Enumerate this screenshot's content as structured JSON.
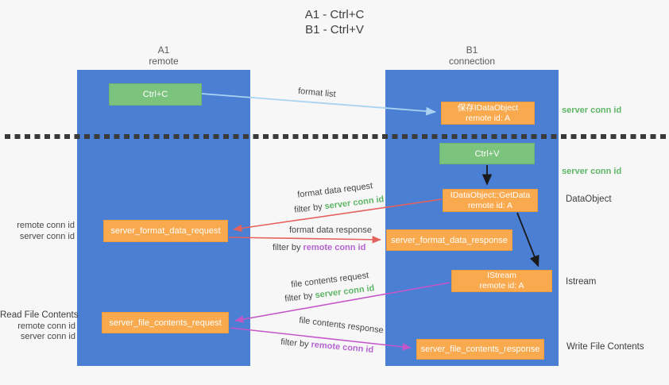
{
  "title": {
    "line1": "A1 - Ctrl+C",
    "line2": "B1 - Ctrl+V"
  },
  "lanes": {
    "left": {
      "id": "A1",
      "role": "remote"
    },
    "right": {
      "id": "B1",
      "role": "connection"
    }
  },
  "nodes": {
    "ctrl_c": {
      "label": "Ctrl+C"
    },
    "ctrl_v": {
      "label": "Ctrl+V"
    },
    "save_idataobject": {
      "line1": "保存IDataObject",
      "line2": "remote id: A"
    },
    "idataobject_getdata": {
      "line1": "IDataObject::GetData",
      "line2": "remote id: A"
    },
    "istream": {
      "line1": "IStream",
      "line2": "remote id: A"
    },
    "server_format_data_request": {
      "label": "server_format_data_request"
    },
    "server_format_data_response": {
      "label": "server_format_data_response"
    },
    "server_file_contents_request": {
      "label": "server_file_contents_request"
    },
    "server_file_contents_response": {
      "label": "server_file_contents_response"
    }
  },
  "annotations": {
    "format_list": "format list",
    "format_data_request": "format data request",
    "format_data_response": "format data response",
    "file_contents_request": "file contents request",
    "file_contents_response": "file contents response",
    "filter_by": "filter by",
    "server_conn_id": "server conn id",
    "remote_conn_id": "remote conn id",
    "dataobject": "DataObject",
    "istream_side": "Istream",
    "read_file_contents": "Read File Contents",
    "write_file_contents": "Write File Contents"
  },
  "colors": {
    "lane_blue": "#4a7fd3",
    "box_orange": "#f9a94e",
    "box_green": "#7cc37e",
    "text_green": "#5fb566",
    "text_purple": "#b564cf",
    "arrow_light_blue": "#a9d3f1",
    "arrow_red": "#e4625d",
    "arrow_magenta": "#c457c8",
    "arrow_black": "#1a1a1a",
    "dotted_line": "#3a3a3a"
  }
}
